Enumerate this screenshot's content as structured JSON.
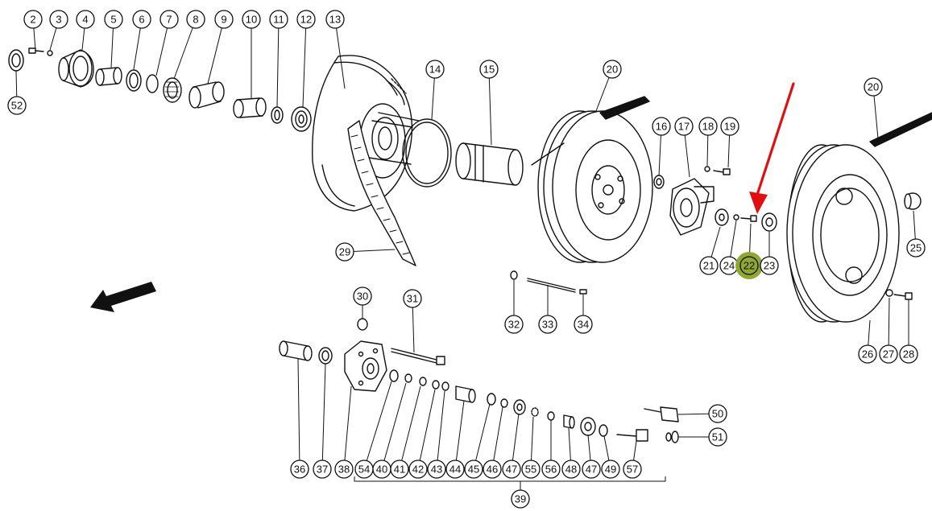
{
  "callouts": [
    {
      "n": "2"
    },
    {
      "n": "3"
    },
    {
      "n": "4"
    },
    {
      "n": "5"
    },
    {
      "n": "6"
    },
    {
      "n": "7"
    },
    {
      "n": "8"
    },
    {
      "n": "9"
    },
    {
      "n": "10"
    },
    {
      "n": "11"
    },
    {
      "n": "12"
    },
    {
      "n": "13"
    },
    {
      "n": "52"
    },
    {
      "n": "14"
    },
    {
      "n": "15"
    },
    {
      "n": "20"
    },
    {
      "n": "16"
    },
    {
      "n": "17"
    },
    {
      "n": "18"
    },
    {
      "n": "19"
    },
    {
      "n": "29"
    },
    {
      "n": "21"
    },
    {
      "n": "24"
    },
    {
      "n": "22",
      "highlighted": true
    },
    {
      "n": "23"
    },
    {
      "n": "20"
    },
    {
      "n": "25"
    },
    {
      "n": "26"
    },
    {
      "n": "27"
    },
    {
      "n": "28"
    },
    {
      "n": "32"
    },
    {
      "n": "33"
    },
    {
      "n": "34"
    },
    {
      "n": "30"
    },
    {
      "n": "31"
    },
    {
      "n": "36"
    },
    {
      "n": "37"
    },
    {
      "n": "38"
    },
    {
      "n": "54"
    },
    {
      "n": "40"
    },
    {
      "n": "41"
    },
    {
      "n": "42"
    },
    {
      "n": "43"
    },
    {
      "n": "44"
    },
    {
      "n": "45"
    },
    {
      "n": "46"
    },
    {
      "n": "47"
    },
    {
      "n": "55"
    },
    {
      "n": "56"
    },
    {
      "n": "48"
    },
    {
      "n": "47"
    },
    {
      "n": "49"
    },
    {
      "n": "57"
    },
    {
      "n": "50"
    },
    {
      "n": "51"
    },
    {
      "n": "39"
    }
  ],
  "colors": {
    "ink": "#111111",
    "highlight": "#8fa832",
    "pointer_arrow": "#e01010",
    "background": "#ffffff"
  },
  "icons": [
    "red-pointer-arrow",
    "direction-arrow"
  ]
}
